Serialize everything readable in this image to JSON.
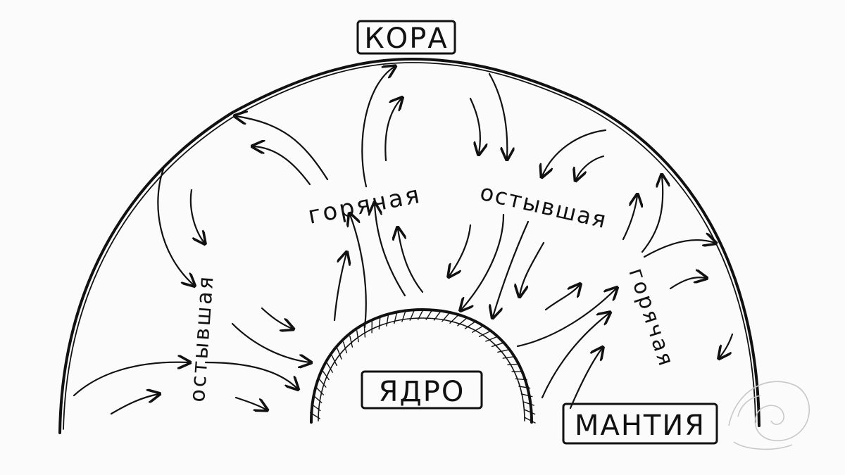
{
  "labels": {
    "crust": "КОРА",
    "core": "ЯДРО",
    "mantle": "МАНТИЯ"
  },
  "annotations": {
    "hot_center": "горячая",
    "cooled_center": "остывшая",
    "cooled_left": "остывшая",
    "hot_right": "горячая"
  },
  "colors": {
    "ink": "#111111",
    "paper": "#fbfbfb",
    "watermark": "#c8c8c8"
  }
}
